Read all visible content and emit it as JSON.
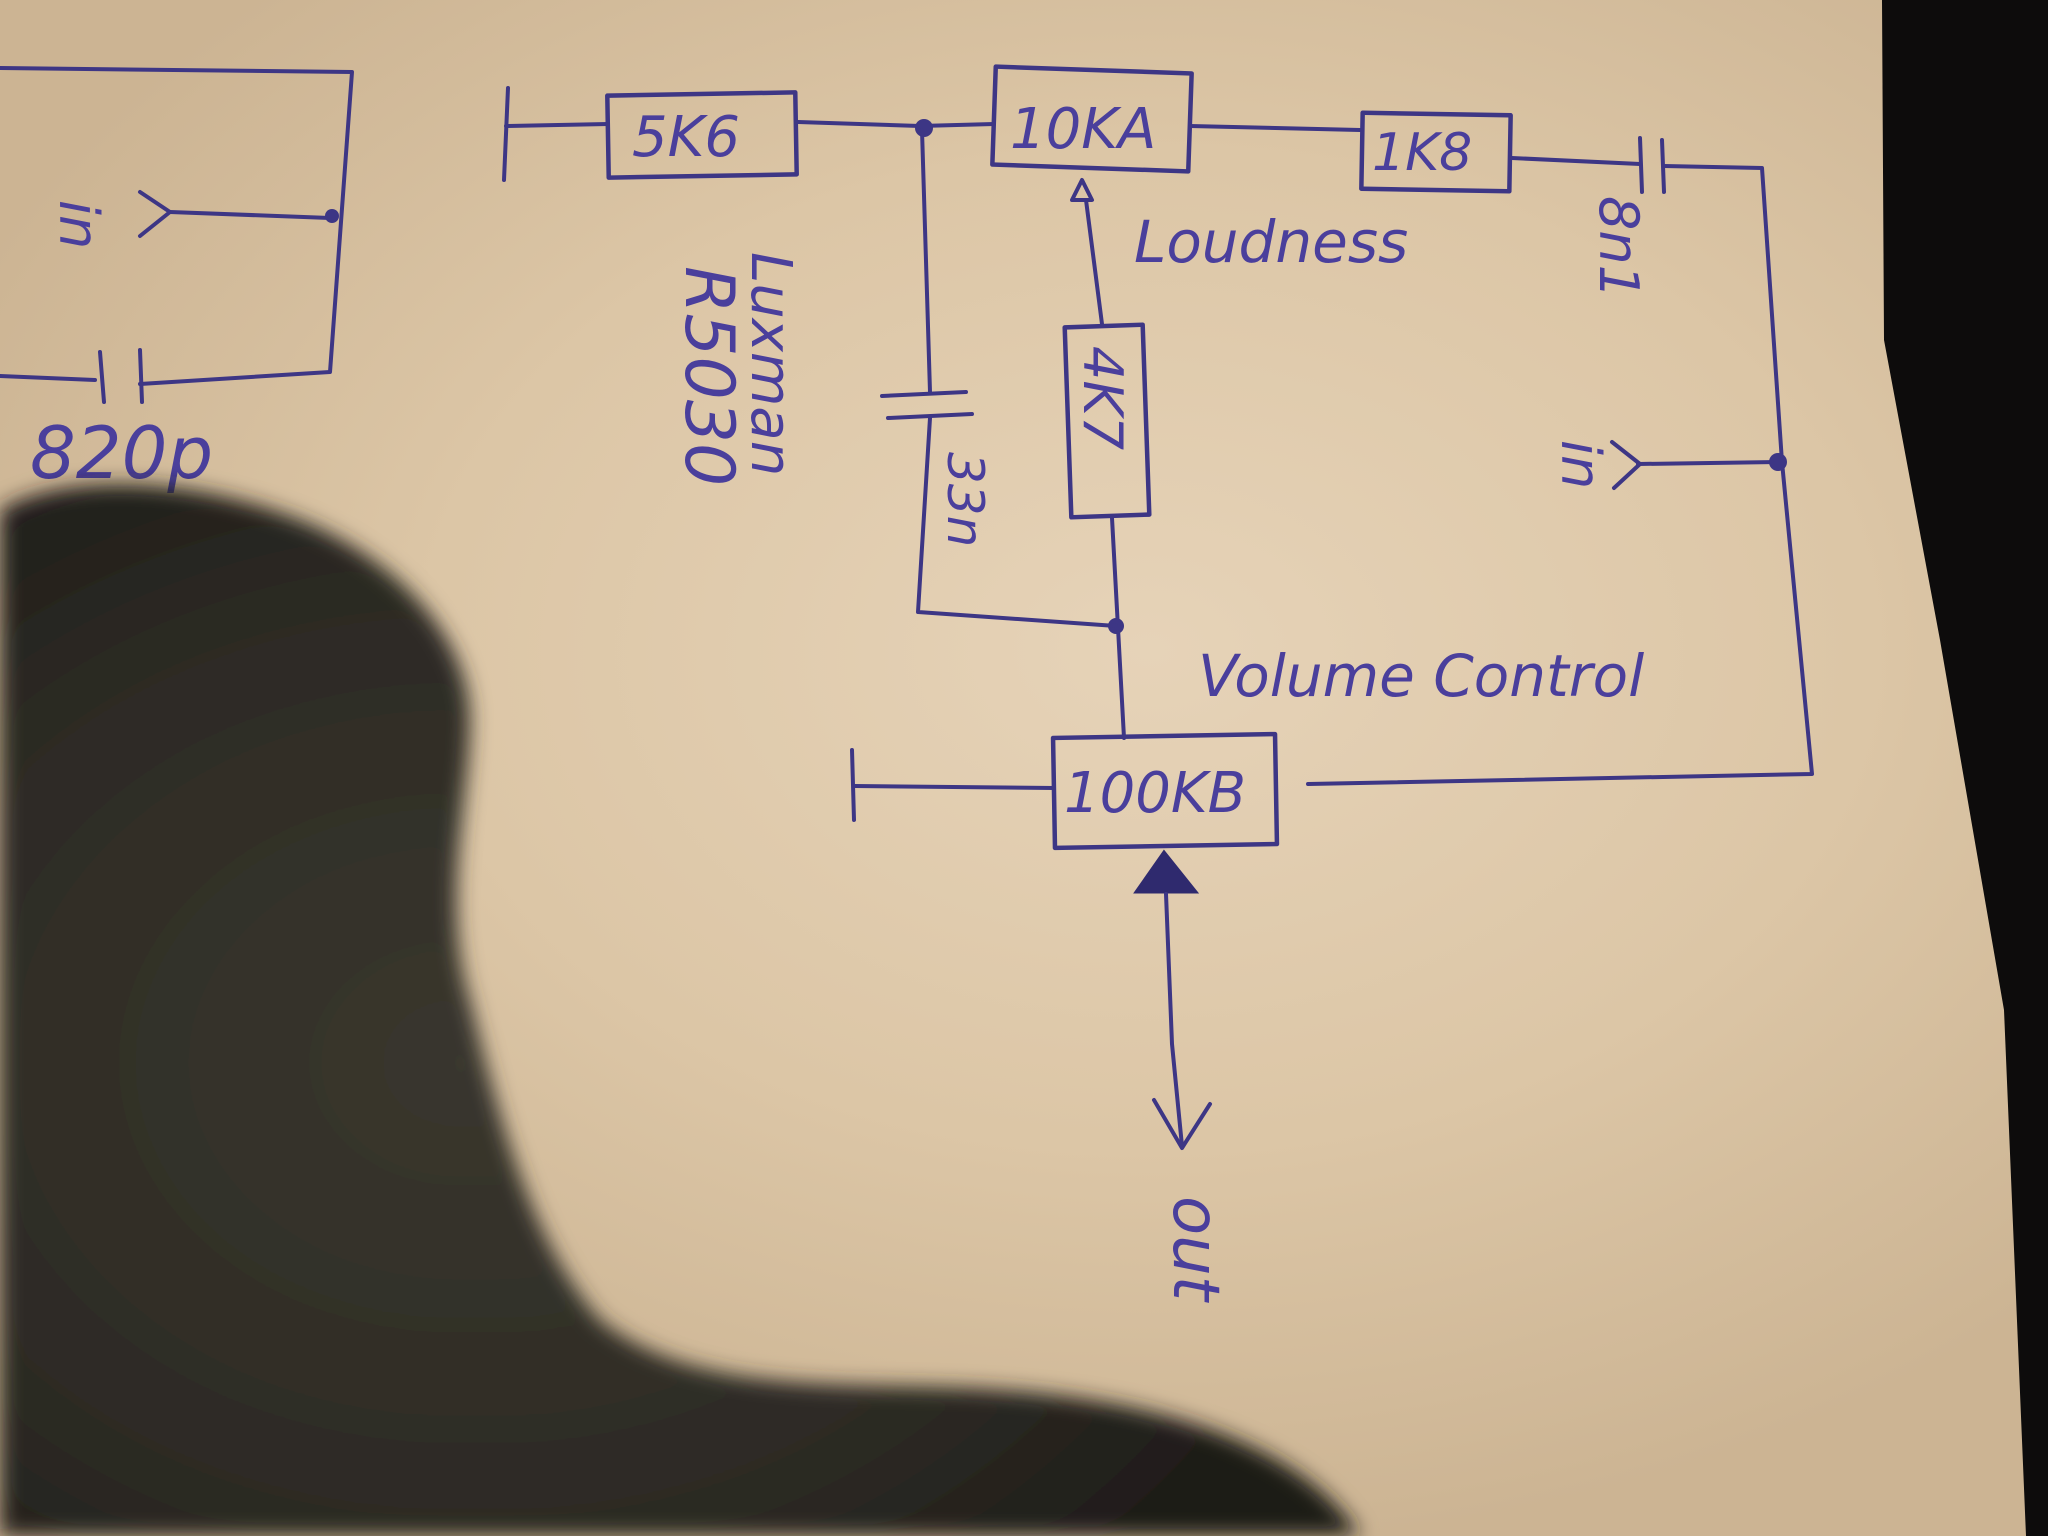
{
  "components": {
    "r_5k6": "5K6",
    "pot_10ka": "10KA",
    "r_1k8": "1K8",
    "c_8n1": "8n1",
    "c_33n": "33n",
    "r_4k7": "4K7",
    "pot_100kb": "100KB",
    "c_820p": "820p"
  },
  "labels": {
    "loudness": "Loudness",
    "volume_control": "Volume Control",
    "in_right": "in",
    "in_left": "in",
    "out": "out",
    "note_line1": "Luxman",
    "note_line2": "R5030"
  },
  "colors": {
    "ink": "#3d3685",
    "paper": "#dcc6a6",
    "shadow": "#2c2a24"
  }
}
